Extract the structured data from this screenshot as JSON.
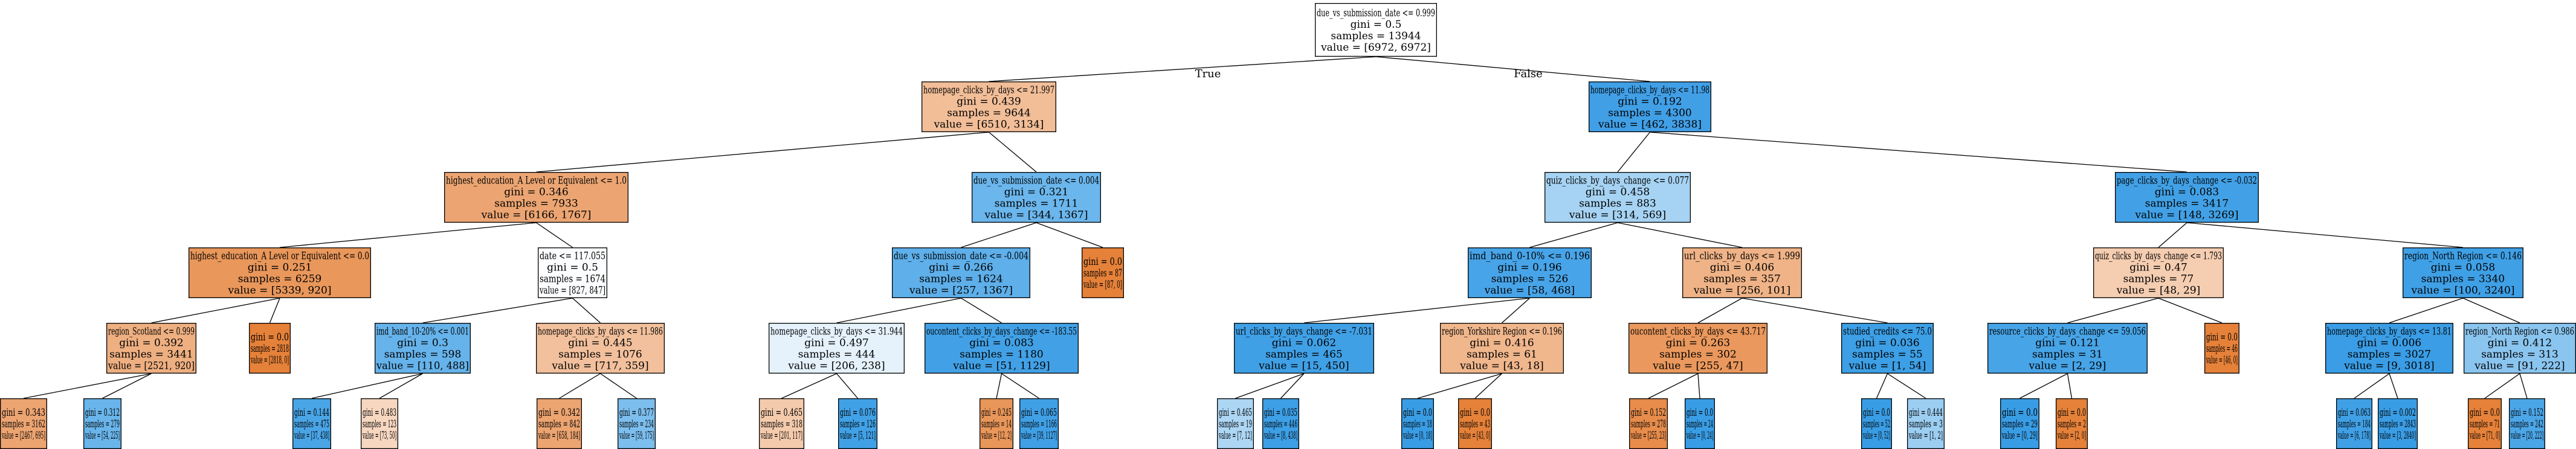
{
  "tree": {
    "root_edge_labels": {
      "true": "True",
      "false": "False"
    },
    "nodes": [
      {
        "id": 0,
        "lines": [
          "due_vs_submission_date <= 0.999",
          "gini = 0.5",
          "samples = 13944",
          "value = [6972, 6972]"
        ],
        "fill": "#ffffff"
      },
      {
        "id": 1,
        "parent": 0,
        "lines": [
          "homepage_clicks_by_days <= 21.997",
          "gini = 0.439",
          "samples = 9644",
          "value = [6510, 3134]"
        ],
        "fill": "#f2be98"
      },
      {
        "id": 2,
        "parent": 0,
        "lines": [
          "homepage_clicks_by_days <= 11.98",
          "gini = 0.192",
          "samples = 4300",
          "value = [462, 3838]"
        ],
        "fill": "#419fe6"
      },
      {
        "id": 3,
        "parent": 1,
        "lines": [
          "highest_education_A Level or Equivalent <= 1.0",
          "gini = 0.346",
          "samples = 7933",
          "value = [6166, 1767]"
        ],
        "fill": "#eca572"
      },
      {
        "id": 4,
        "parent": 1,
        "lines": [
          "due_vs_submission_date <= 0.004",
          "gini = 0.321",
          "samples = 1711",
          "value = [344, 1367]"
        ],
        "fill": "#6bb6ec"
      },
      {
        "id": 5,
        "parent": 2,
        "lines": [
          "quiz_clicks_by_days_change <= 0.077",
          "gini = 0.458",
          "samples = 883",
          "value = [314, 569]"
        ],
        "fill": "#a6d3f3"
      },
      {
        "id": 6,
        "parent": 2,
        "lines": [
          "page_clicks_by_days_change <= -0.032",
          "gini = 0.083",
          "samples = 3417",
          "value = [148, 3269]"
        ],
        "fill": "#42a1e6"
      },
      {
        "id": 7,
        "parent": 3,
        "lines": [
          "highest_education_A Level or Equivalent <= 0.0",
          "gini = 0.251",
          "samples = 6259",
          "value = [5339, 920]"
        ],
        "fill": "#e9975b"
      },
      {
        "id": 8,
        "parent": 3,
        "lines": [
          "date <= 117.055",
          "gini = 0.5",
          "samples = 1674",
          "value = [827, 847]"
        ],
        "fill": "#fbfdfe"
      },
      {
        "id": 9,
        "parent": 4,
        "lines": [
          "due_vs_submission_date <= -0.004",
          "gini = 0.266",
          "samples = 1624",
          "value = [257, 1367]"
        ],
        "fill": "#5eafea"
      },
      {
        "id": 10,
        "parent": 4,
        "lines": [
          "gini = 0.0",
          "samples = 87",
          "value = [87, 0]"
        ],
        "fill": "#e58139"
      },
      {
        "id": 11,
        "parent": 5,
        "lines": [
          "imd_band_0-10% <= 0.196",
          "gini = 0.196",
          "samples = 526",
          "value = [58, 468]"
        ],
        "fill": "#48a4e8"
      },
      {
        "id": 12,
        "parent": 5,
        "lines": [
          "url_clicks_by_days <= 1.999",
          "gini = 0.406",
          "samples = 357",
          "value = [256, 101]"
        ],
        "fill": "#efb387"
      },
      {
        "id": 13,
        "parent": 6,
        "lines": [
          "quiz_clicks_by_days_change <= 1.793",
          "gini = 0.47",
          "samples = 77",
          "value = [48, 29]"
        ],
        "fill": "#f5cdb1"
      },
      {
        "id": 14,
        "parent": 6,
        "lines": [
          "region_North Region <= 0.146",
          "gini = 0.058",
          "samples = 3340",
          "value = [100, 3240]"
        ],
        "fill": "#3fa0e6"
      },
      {
        "id": 15,
        "parent": 7,
        "lines": [
          "region_Scotland <= 0.999",
          "gini = 0.392",
          "samples = 3441",
          "value = [2521, 920]"
        ],
        "fill": "#eeaf81"
      },
      {
        "id": 16,
        "parent": 7,
        "lines": [
          "gini = 0.0",
          "samples = 2818",
          "value = [2818, 0]"
        ],
        "fill": "#e58139"
      },
      {
        "id": 17,
        "parent": 8,
        "lines": [
          "imd_band_10-20% <= 0.001",
          "gini = 0.3",
          "samples = 598",
          "value = [110, 488]"
        ],
        "fill": "#66b3eb"
      },
      {
        "id": 18,
        "parent": 8,
        "lines": [
          "homepage_clicks_by_days <= 11.986",
          "gini = 0.445",
          "samples = 1076",
          "value = [717, 359]"
        ],
        "fill": "#f2c09c"
      },
      {
        "id": 19,
        "parent": 9,
        "lines": [
          "homepage_clicks_by_days <= 31.944",
          "gini = 0.497",
          "samples = 444",
          "value = [206, 238]"
        ],
        "fill": "#e5f2fc"
      },
      {
        "id": 20,
        "parent": 9,
        "lines": [
          "oucontent_clicks_by_days_change <= -183.55",
          "gini = 0.083",
          "samples = 1180",
          "value = [51, 1129]"
        ],
        "fill": "#42a1e6"
      },
      {
        "id": 21,
        "parent": 11,
        "lines": [
          "url_clicks_by_days_change <= -7.031",
          "gini = 0.062",
          "samples = 465",
          "value = [15, 450]"
        ],
        "fill": "#40a0e6"
      },
      {
        "id": 22,
        "parent": 11,
        "lines": [
          "region_Yorkshire Region <= 0.196",
          "gini = 0.416",
          "samples = 61",
          "value = [43, 18]"
        ],
        "fill": "#f0b68c"
      },
      {
        "id": 23,
        "parent": 12,
        "lines": [
          "oucontent_clicks_by_days <= 43.717",
          "gini = 0.263",
          "samples = 302",
          "value = [255, 47]"
        ],
        "fill": "#ea985d"
      },
      {
        "id": 24,
        "parent": 12,
        "lines": [
          "studied_credits <= 75.0",
          "gini = 0.036",
          "samples = 55",
          "value = [1, 54]"
        ],
        "fill": "#3d9fe5"
      },
      {
        "id": 25,
        "parent": 13,
        "lines": [
          "resource_clicks_by_days_change <= 59.056",
          "gini = 0.121",
          "samples = 31",
          "value = [2, 29]"
        ],
        "fill": "#47a4e7"
      },
      {
        "id": 26,
        "parent": 13,
        "lines": [
          "gini = 0.0",
          "samples = 46",
          "value = [46, 0]"
        ],
        "fill": "#e58139"
      },
      {
        "id": 27,
        "parent": 14,
        "lines": [
          "homepage_clicks_by_days <= 13.81",
          "gini = 0.006",
          "samples = 3027",
          "value = [9, 3018]"
        ],
        "fill": "#3a9de5"
      },
      {
        "id": 28,
        "parent": 14,
        "lines": [
          "region_North Region <= 0.986",
          "gini = 0.412",
          "samples = 313",
          "value = [91, 222]"
        ],
        "fill": "#8ac5f0"
      },
      {
        "id": 29,
        "parent": 15,
        "lines": [
          "gini = 0.343",
          "samples = 3162",
          "value = [2467, 695]"
        ],
        "fill": "#eca471"
      },
      {
        "id": 30,
        "parent": 15,
        "lines": [
          "gini = 0.312",
          "samples = 279",
          "value = [54, 225]"
        ],
        "fill": "#69b5eb"
      },
      {
        "id": 31,
        "parent": 17,
        "lines": [
          "gini = 0.144",
          "samples = 475",
          "value = [37, 438]"
        ],
        "fill": "#4aa5e7"
      },
      {
        "id": 32,
        "parent": 17,
        "lines": [
          "gini = 0.483",
          "samples = 123",
          "value = [73, 50]"
        ],
        "fill": "#f7d7c0"
      },
      {
        "id": 33,
        "parent": 18,
        "lines": [
          "gini = 0.342",
          "samples = 842",
          "value = [658, 184]"
        ],
        "fill": "#eca470"
      },
      {
        "id": 34,
        "parent": 18,
        "lines": [
          "gini = 0.377",
          "samples = 234",
          "value = [59, 175]"
        ],
        "fill": "#7cbeee"
      },
      {
        "id": 35,
        "parent": 19,
        "lines": [
          "gini = 0.465",
          "samples = 318",
          "value = [201, 117]"
        ],
        "fill": "#f4caac"
      },
      {
        "id": 36,
        "parent": 19,
        "lines": [
          "gini = 0.076",
          "samples = 126",
          "value = [5, 121]"
        ],
        "fill": "#41a1e6"
      },
      {
        "id": 37,
        "parent": 20,
        "lines": [
          "gini = 0.245",
          "samples = 14",
          "value = [12, 2]"
        ],
        "fill": "#e9965a"
      },
      {
        "id": 38,
        "parent": 20,
        "lines": [
          "gini = 0.065",
          "samples = 1166",
          "value = [39, 1127]"
        ],
        "fill": "#40a0e6"
      },
      {
        "id": 39,
        "parent": 21,
        "lines": [
          "gini = 0.465",
          "samples = 19",
          "value = [7, 12]"
        ],
        "fill": "#acd6f4"
      },
      {
        "id": 40,
        "parent": 21,
        "lines": [
          "gini = 0.035",
          "samples = 446",
          "value = [8, 438]"
        ],
        "fill": "#3d9fe5"
      },
      {
        "id": 41,
        "parent": 22,
        "lines": [
          "gini = 0.0",
          "samples = 18",
          "value = [0, 18]"
        ],
        "fill": "#399de5"
      },
      {
        "id": 42,
        "parent": 22,
        "lines": [
          "gini = 0.0",
          "samples = 43",
          "value = [43, 0]"
        ],
        "fill": "#e58139"
      },
      {
        "id": 43,
        "parent": 23,
        "lines": [
          "gini = 0.152",
          "samples = 278",
          "value = [255, 23]"
        ],
        "fill": "#e78c4b"
      },
      {
        "id": 44,
        "parent": 23,
        "lines": [
          "gini = 0.0",
          "samples = 24",
          "value = [0, 24]"
        ],
        "fill": "#399de5"
      },
      {
        "id": 45,
        "parent": 24,
        "lines": [
          "gini = 0.0",
          "samples = 52",
          "value = [0, 52]"
        ],
        "fill": "#399de5"
      },
      {
        "id": 46,
        "parent": 24,
        "lines": [
          "gini = 0.444",
          "samples = 3",
          "value = [1, 2]"
        ],
        "fill": "#9ccef2"
      },
      {
        "id": 47,
        "parent": 25,
        "lines": [
          "gini = 0.0",
          "samples = 29",
          "value = [0, 29]"
        ],
        "fill": "#399de5"
      },
      {
        "id": 48,
        "parent": 25,
        "lines": [
          "gini = 0.0",
          "samples = 2",
          "value = [2, 0]"
        ],
        "fill": "#e58139"
      },
      {
        "id": 49,
        "parent": 27,
        "lines": [
          "gini = 0.063",
          "samples = 184",
          "value = [6, 178]"
        ],
        "fill": "#40a0e6"
      },
      {
        "id": 50,
        "parent": 27,
        "lines": [
          "gini = 0.002",
          "samples = 2843",
          "value = [3, 2840]"
        ],
        "fill": "#399de5"
      },
      {
        "id": 51,
        "parent": 28,
        "lines": [
          "gini = 0.0",
          "samples = 71",
          "value = [71, 0]"
        ],
        "fill": "#e58139"
      },
      {
        "id": 52,
        "parent": 28,
        "lines": [
          "gini = 0.152",
          "samples = 242",
          "value = [20, 222]"
        ],
        "fill": "#4ba6e7"
      }
    ]
  }
}
